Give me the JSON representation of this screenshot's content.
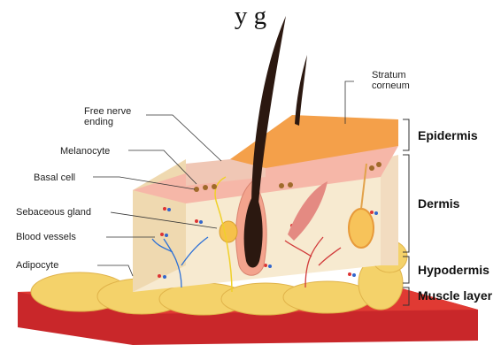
{
  "page": {
    "heading": "y    g"
  },
  "labels": {
    "stratum_corneum": "Stratum\ncorneum",
    "free_nerve_ending": "Free nerve\nending",
    "melanocyte": "Melanocyte",
    "basal_cell": "Basal cell",
    "sebaceous_gland": "Sebaceous gland",
    "blood_vessels": "Blood vessels",
    "adipocyte": "Adipocyte"
  },
  "layers": {
    "epidermis": "Epidermis",
    "dermis": "Dermis",
    "hypodermis": "Hypodermis",
    "muscle_layer": "Muscle layer"
  },
  "colors": {
    "epidermis": "#f4a04a",
    "dermis": "#f6e6c8",
    "hypodermis": "#f5d36a",
    "muscle": "#c9272a",
    "hair": "#2b1810",
    "follicle": "#f3a38d"
  }
}
